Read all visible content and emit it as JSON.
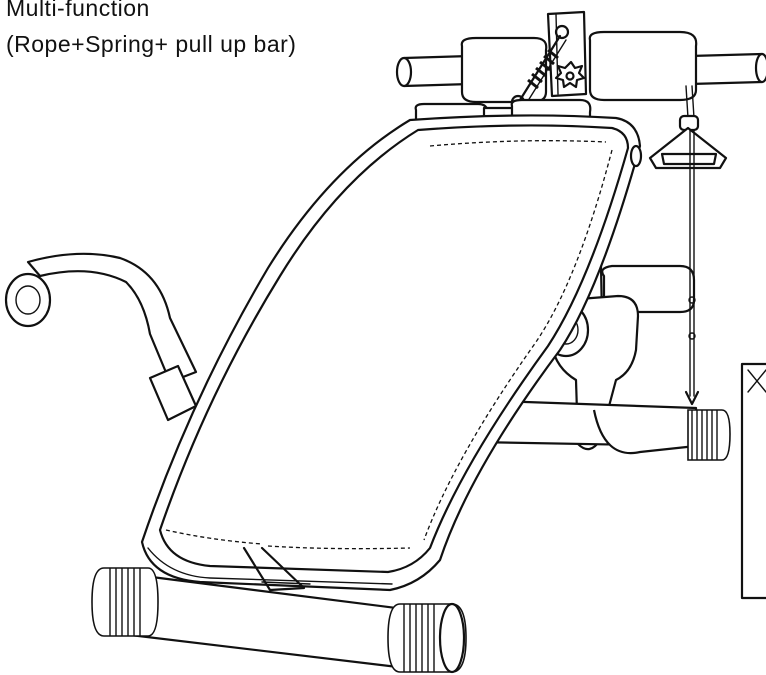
{
  "caption": {
    "line1": "Multi-function",
    "line2": "(Rope+Spring+ pull up bar)"
  },
  "figure": {
    "subject": "sit-up bench illustration",
    "line_color": "#111111",
    "background": "#ffffff"
  },
  "icons": {
    "knob": "star-knob-icon",
    "handle": "triangle-handle-icon"
  }
}
